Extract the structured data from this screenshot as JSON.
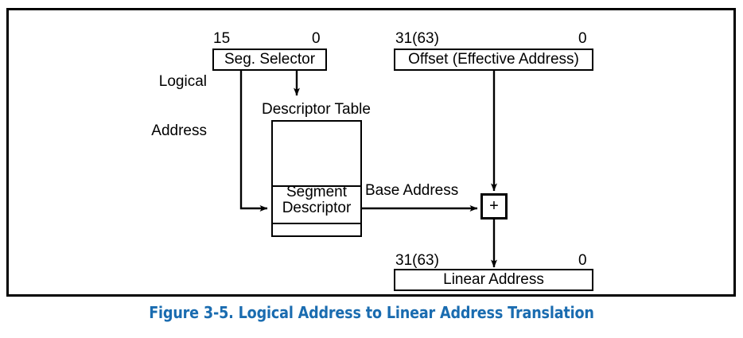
{
  "figure": {
    "caption": "Figure 3-5.  Logical Address to Linear Address Translation",
    "caption_color": "#1a6cb0",
    "line_color": "#000000",
    "background": "#ffffff"
  },
  "diagram": {
    "type": "block-flow-diagram",
    "logical_address": {
      "label_line1": "Logical",
      "label_line2": "Address",
      "selector_box": {
        "text": "Seg. Selector",
        "bit_high": "15",
        "bit_low": "0"
      }
    },
    "offset": {
      "box_text": "Offset (Effective Address)",
      "bit_high": "31(63)",
      "bit_low": "0"
    },
    "descriptor_table": {
      "title": "Descriptor Table",
      "rows": [
        {
          "text": ""
        },
        {
          "text_line1": "Segment",
          "text_line2": "Descriptor"
        },
        {
          "text": ""
        }
      ]
    },
    "base_address_label": "Base Address",
    "adder": {
      "symbol": "+"
    },
    "linear_address": {
      "box_text": "Linear Address",
      "bit_high": "31(63)",
      "bit_low": "0"
    }
  }
}
